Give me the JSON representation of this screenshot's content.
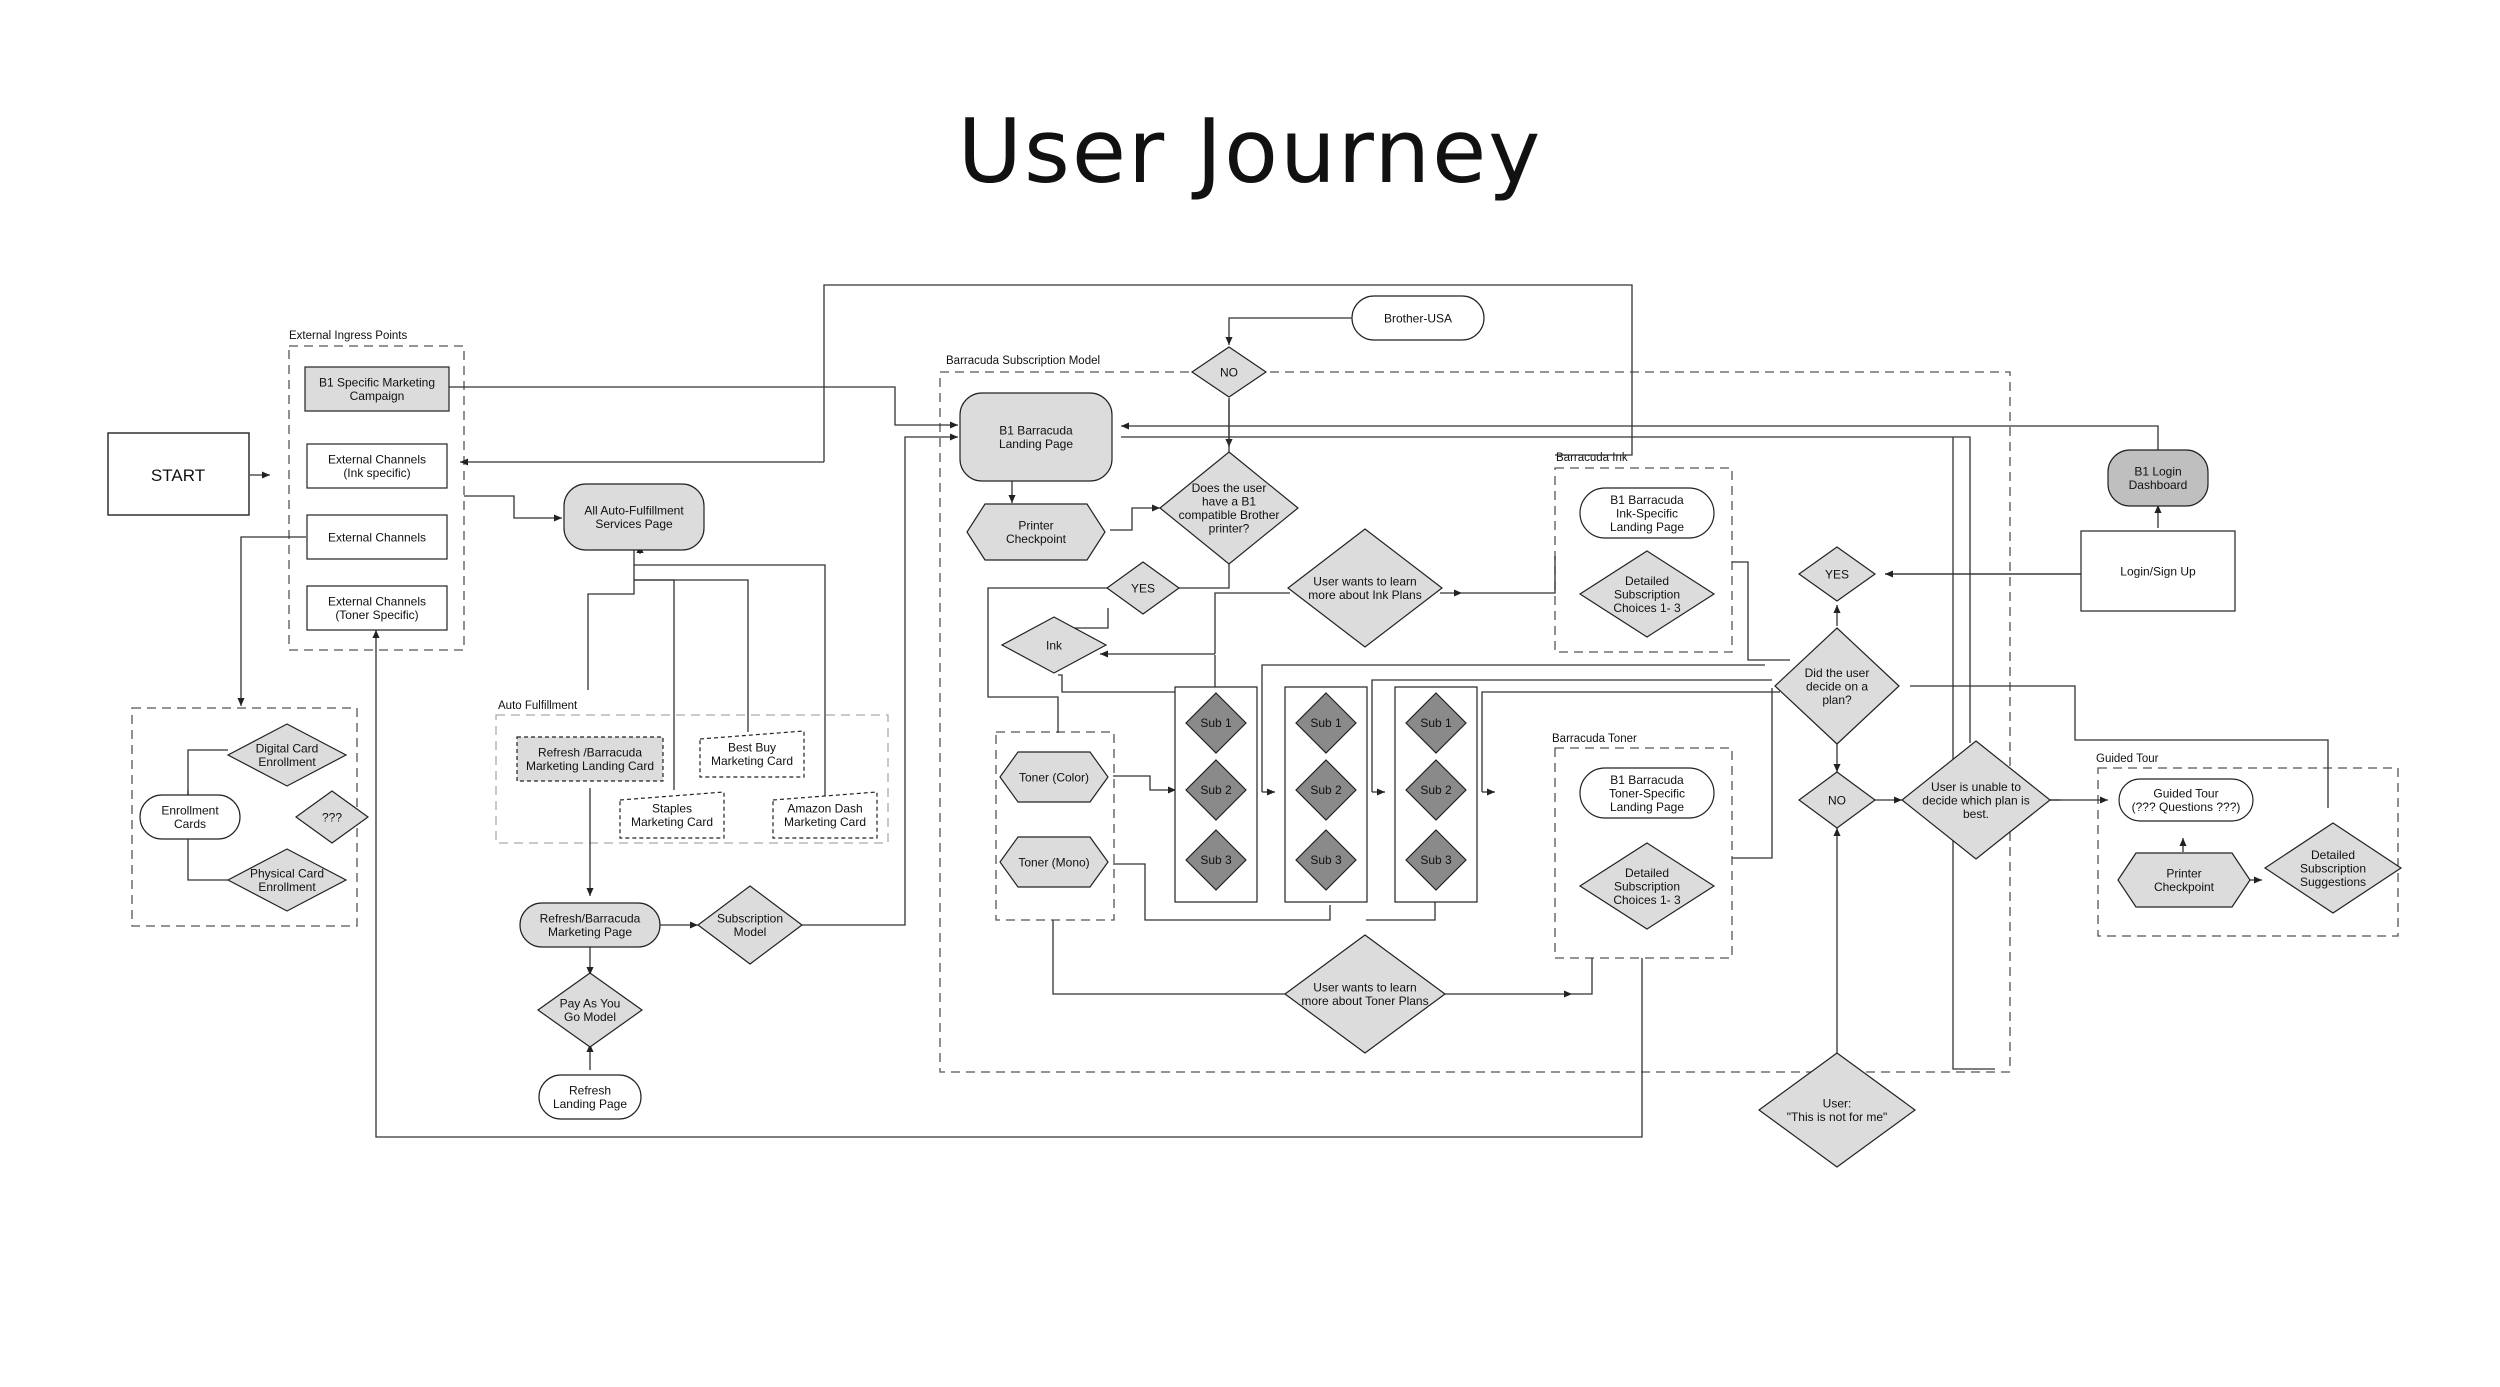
{
  "title": "User Journey",
  "groups": {
    "external_ingress": "External Ingress Points",
    "auto_fulfillment": "Auto Fulfillment",
    "barracuda_subscription": "Barracuda Subscription Model",
    "barracuda_ink": "Barracuda Ink",
    "barracuda_toner": "Barracuda Toner",
    "guided_tour": "Guided Tour"
  },
  "nodes": {
    "start": "START",
    "b1_campaign": [
      "B1 Specific Marketing",
      "Campaign"
    ],
    "ext_ink": [
      "External Channels",
      "(Ink specific)"
    ],
    "ext_channels": [
      "External Channels"
    ],
    "ext_toner": [
      "External Channels",
      "(Toner Specific)"
    ],
    "auto_services": [
      "All Auto-Fulfillment",
      "Services Page"
    ],
    "digital_card": [
      "Digital Card",
      "Enrollment"
    ],
    "enrollment_cards": [
      "Enrollment",
      "Cards"
    ],
    "unknown": [
      "???"
    ],
    "physical_card": [
      "Physical Card",
      "Enrollment"
    ],
    "refresh_landing_card": [
      "Refresh /Barracuda",
      "Marketing Landing Card"
    ],
    "best_buy": [
      "Best Buy",
      "Marketing Card"
    ],
    "staples": [
      "Staples",
      "Marketing Card"
    ],
    "amazon_dash": [
      "Amazon Dash",
      "Marketing Card"
    ],
    "refresh_marketing_page": [
      "Refresh/Barracuda",
      "Marketing Page"
    ],
    "subscription_model": [
      "Subscription",
      "Model"
    ],
    "payg": [
      "Pay As You",
      "Go Model"
    ],
    "refresh_landing_page": [
      "Refresh",
      "Landing Page"
    ],
    "brother_usa": [
      "Brother-USA"
    ],
    "no_top": [
      "NO"
    ],
    "b1_landing": [
      "B1 Barracuda",
      "Landing Page"
    ],
    "printer_checkpoint": [
      "Printer",
      "Checkpoint"
    ],
    "compatible_q": [
      "Does the user",
      "have a B1",
      "compatible Brother",
      "printer?"
    ],
    "yes_left": [
      "YES"
    ],
    "ink": [
      "Ink"
    ],
    "learn_ink": [
      "User wants to learn",
      "more about Ink Plans"
    ],
    "toner_color": [
      "Toner (Color)"
    ],
    "toner_mono": [
      "Toner (Mono)"
    ],
    "learn_toner": [
      "User wants to learn",
      "more about Toner Plans"
    ],
    "ink_landing": [
      "B1 Barracuda",
      "Ink-Specific",
      "Landing Page"
    ],
    "ink_choices": [
      "Detailed",
      "Subscription",
      "Choices 1- 3"
    ],
    "toner_landing": [
      "B1 Barracuda",
      "Toner-Specific",
      "Landing Page"
    ],
    "toner_choices": [
      "Detailed",
      "Subscription",
      "Choices 1- 3"
    ],
    "yes_right": [
      "YES"
    ],
    "decide_q": [
      "Did the user",
      "decide on a",
      "plan?"
    ],
    "no_right": [
      "NO"
    ],
    "unable": [
      "User is unable to",
      "decide which plan is",
      "best."
    ],
    "not_for_me": [
      "User:",
      "\"This is not for me\""
    ],
    "login_dashboard": [
      "B1 Login",
      "Dashboard"
    ],
    "login_signup": [
      "Login/Sign Up"
    ],
    "guided_tour_node": [
      "Guided Tour",
      "(??? Questions ???)"
    ],
    "tour_checkpoint": [
      "Printer",
      "Checkpoint"
    ],
    "tour_suggestions": [
      "Detailed",
      "Subscription",
      "Suggestions"
    ]
  },
  "sub_columns": [
    [
      "Sub 1",
      "Sub 2",
      "Sub 3"
    ],
    [
      "Sub 1",
      "Sub 2",
      "Sub 3"
    ],
    [
      "Sub 1",
      "Sub 2",
      "Sub 3"
    ]
  ]
}
